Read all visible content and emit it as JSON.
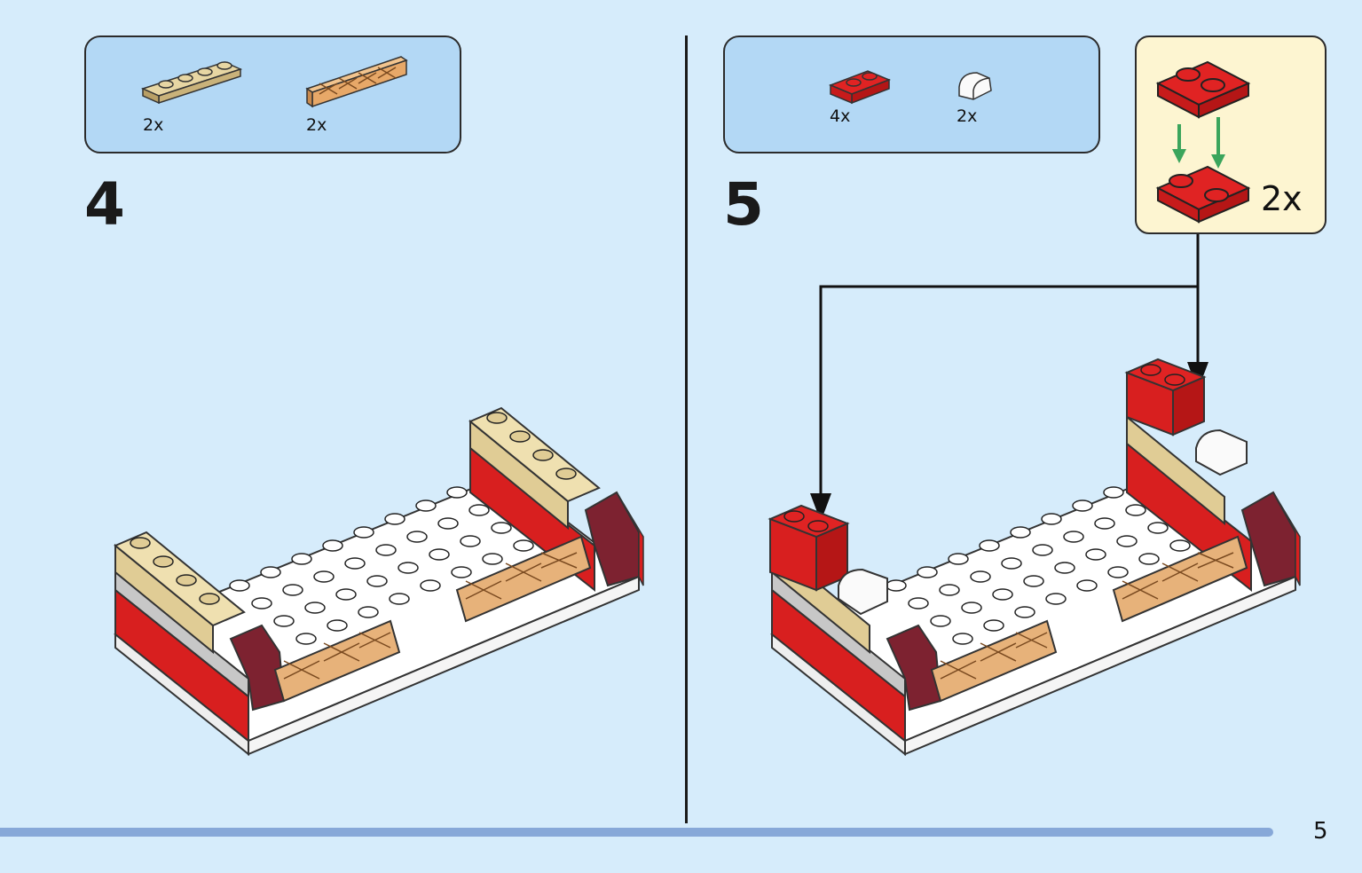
{
  "step4": {
    "number": "4",
    "parts": [
      {
        "name": "tan 1x4 plate",
        "qty": "2x"
      },
      {
        "name": "tan 1x4 lattice fence",
        "qty": "2x"
      }
    ]
  },
  "step5": {
    "number": "5",
    "parts": [
      {
        "name": "red 1x2 plate",
        "qty": "4x"
      },
      {
        "name": "white 1x1 curved slope",
        "qty": "2x"
      }
    ],
    "subassembly": {
      "qty": "2x"
    }
  },
  "page": {
    "number": "5"
  },
  "colors": {
    "background": "#d6ecfb",
    "parts_box": "#b3d8f5",
    "subassembly_box": "#fdf5d1",
    "brick_red": "#d81f1f",
    "tan": "#e0cc95",
    "fence": "#e7b27a",
    "dark_red": "#7d2230",
    "arrow_green": "#3ba55c"
  }
}
